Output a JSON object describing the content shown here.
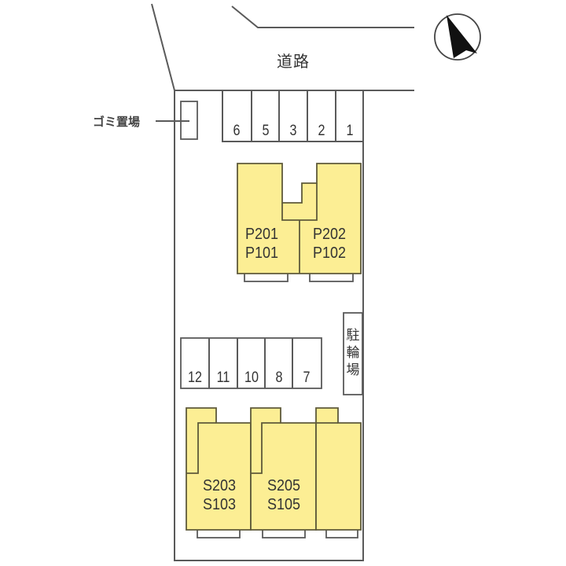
{
  "map": {
    "road_label": "道路",
    "garbage_label": "ゴミ置場",
    "bicycle_parking_label": [
      "駐",
      "輪",
      "場"
    ],
    "north_arrow": "north-arrow-icon",
    "parking_top": [
      "6",
      "5",
      "3",
      "2",
      "1"
    ],
    "parking_bottom": [
      "12",
      "11",
      "10",
      "8",
      "7"
    ],
    "building_p": {
      "units": [
        {
          "upper": "P201",
          "lower": "P101"
        },
        {
          "upper": "P202",
          "lower": "P102"
        }
      ]
    },
    "building_s": {
      "units": [
        {
          "upper": "S203",
          "lower": "S103"
        },
        {
          "upper": "S205",
          "lower": "S105"
        },
        {
          "upper": "",
          "lower": ""
        }
      ]
    },
    "colors": {
      "building_fill": "#fcee94",
      "building_stroke": "#5e5a3a",
      "line": "#5a5a5a"
    }
  }
}
